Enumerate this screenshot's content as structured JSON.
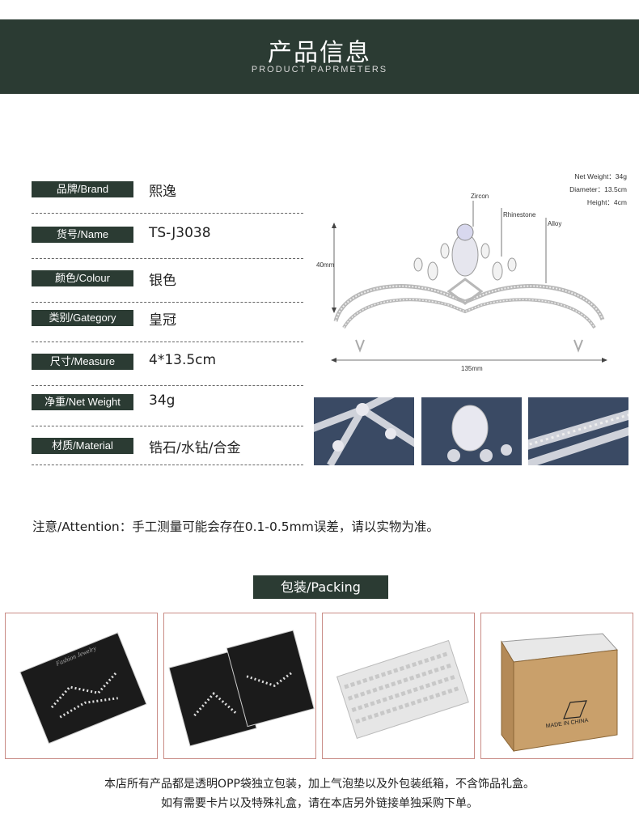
{
  "header": {
    "title": "产品信息",
    "subtitle": "PRODUCT PAPRMETERS"
  },
  "params": [
    {
      "label": "品牌/Brand",
      "value": "熙逸"
    },
    {
      "label": "货号/Name",
      "value": "TS-J3038"
    },
    {
      "label": "颜色/Colour",
      "value": "银色"
    },
    {
      "label": "类别/Gategory",
      "value": "皇冠"
    },
    {
      "label": "尺寸/Measure",
      "value": "4*13.5cm"
    },
    {
      "label": "净重/Net Weight",
      "value": "34g"
    },
    {
      "label": "材质/Material",
      "value": "锆石/水钻/合金"
    }
  ],
  "diagram": {
    "specs": [
      "Net Weight：34g",
      "Diameter：13.5cm",
      "Height：4cm"
    ],
    "labels": {
      "zircon": "Zircon",
      "rhinestone": "Rhinestone",
      "alloy": "Alloy"
    },
    "height_dim": "40mm",
    "width_dim": "135mm"
  },
  "attention": "注意/Attention：手工测量可能会存在0.1-0.5mm误差，请以实物为准。",
  "packing": {
    "title": "包装/Packing",
    "card_text": "Fashion Jewelry",
    "box_text": "MADE IN CHINA"
  },
  "footer": {
    "line1": "本店所有产品都是透明OPP袋独立包装，加上气泡垫以及外包装纸箱，不含饰品礼盒。",
    "line2": "如有需要卡片以及特殊礼盒，请在本店另外链接单独采购下单。"
  },
  "colors": {
    "header_bg": "#2b3b33",
    "label_bg": "#2b3b33",
    "pack_border": "#c98c86"
  }
}
